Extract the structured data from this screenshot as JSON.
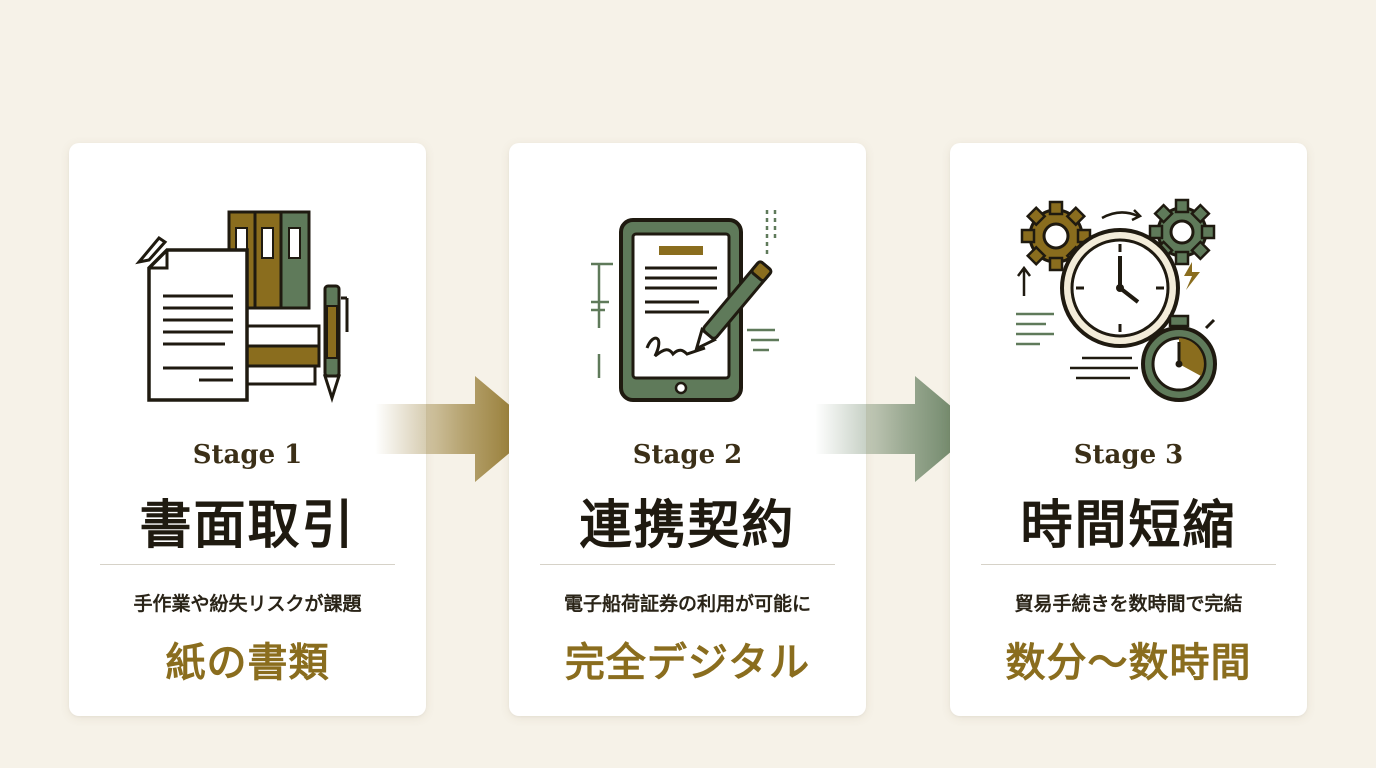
{
  "stages": [
    {
      "stage_label": "Stage 1",
      "title": "書面取引",
      "description": "手作業や紛失リスクが課題",
      "highlight": "紙の書類",
      "icon": "paper-documents-icon"
    },
    {
      "stage_label": "Stage 2",
      "title": "連携契約",
      "description": "電子船荷証券の利用が可能に",
      "highlight": "完全デジタル",
      "icon": "tablet-signature-icon"
    },
    {
      "stage_label": "Stage 3",
      "title": "時間短縮",
      "description": "貿易手続きを数時間で完結",
      "highlight": "数分〜数時間",
      "icon": "clock-gears-stopwatch-icon"
    }
  ],
  "colors": {
    "background": "#f6f2e8",
    "gold": "#8a6d1e",
    "green": "#5f7a5a",
    "dark": "#1f1a10"
  }
}
